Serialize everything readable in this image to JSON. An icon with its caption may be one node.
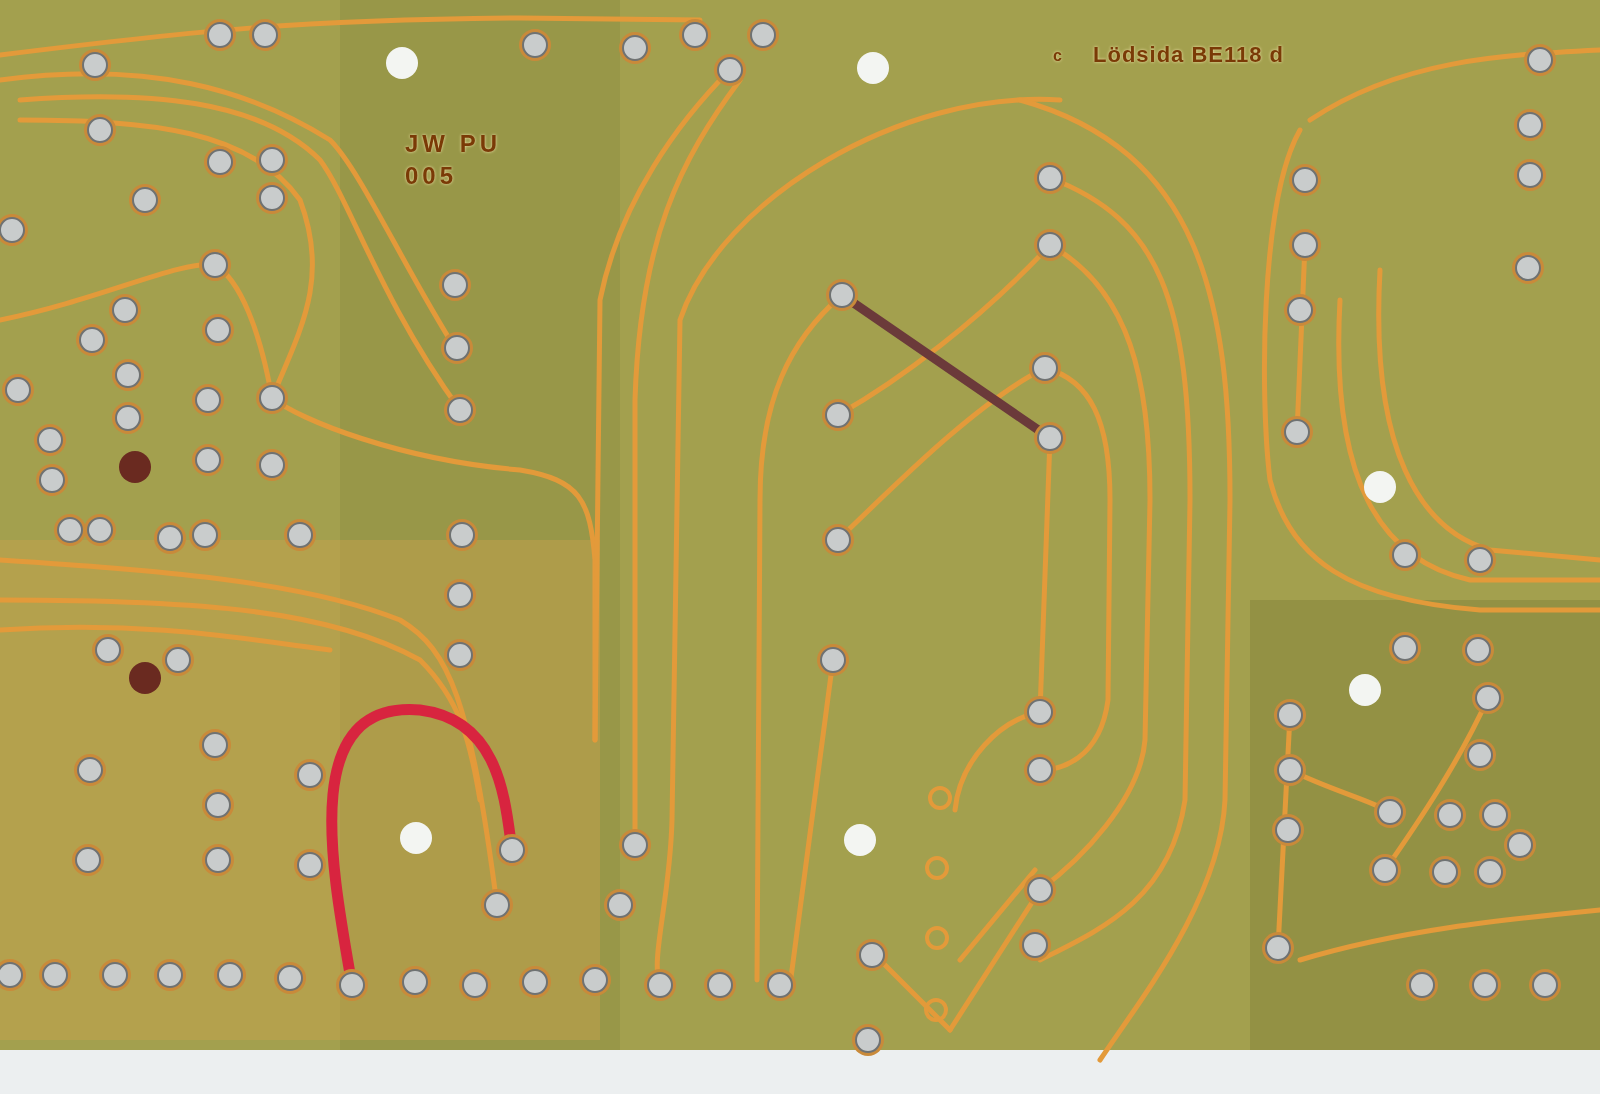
{
  "diagram": {
    "labels": [
      "JW PU",
      "005",
      "c",
      "Lödsida BE118 d"
    ]
  }
}
